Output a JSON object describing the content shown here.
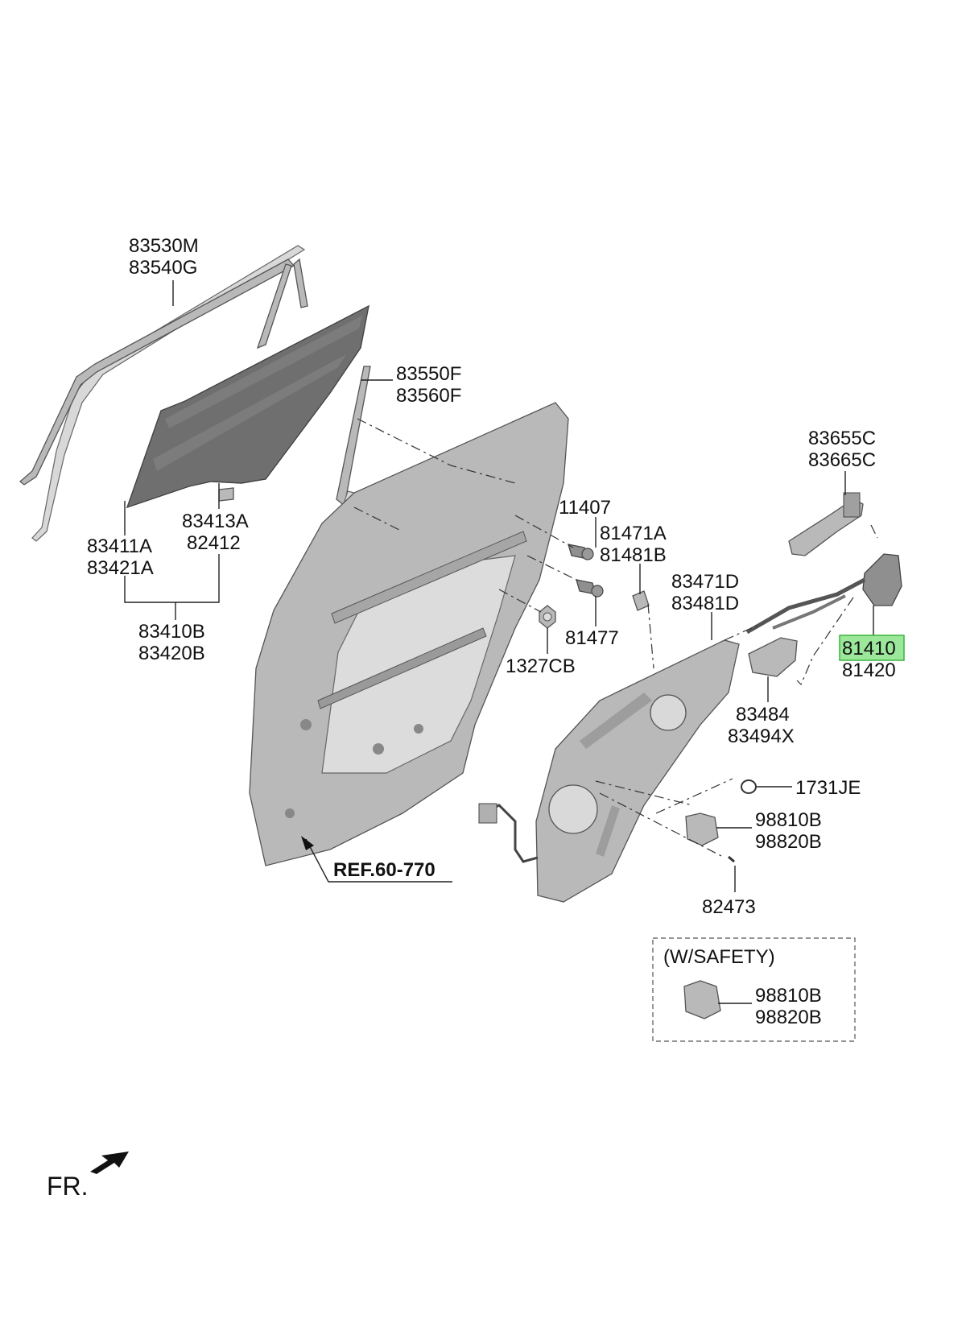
{
  "labels": {
    "l83530": {
      "line1": "83530M",
      "line2": "83540G"
    },
    "l83550": {
      "line1": "83550F",
      "line2": "83560F"
    },
    "l83413": {
      "line1": "83413A",
      "line2": "82412"
    },
    "l83411": {
      "line1": "83411A",
      "line2": "83421A"
    },
    "l83410": {
      "line1": "83410B",
      "line2": "83420B"
    },
    "l11407": {
      "line1": "11407"
    },
    "l81471": {
      "line1": "81471A",
      "line2": "81481B"
    },
    "l81477": {
      "line1": "81477"
    },
    "l1327": {
      "line1": "1327CB"
    },
    "l83471": {
      "line1": "83471D",
      "line2": "83481D"
    },
    "l83655": {
      "line1": "83655C",
      "line2": "83665C"
    },
    "l81410": {
      "line1": "81410",
      "line2": "81420"
    },
    "l83484": {
      "line1": "83484",
      "line2": "83494X"
    },
    "l1731": {
      "line1": "1731JE"
    },
    "l98810": {
      "line1": "98810B",
      "line2": "98820B"
    },
    "l82473": {
      "line1": "82473"
    },
    "safety": {
      "title": "(W/SAFETY)",
      "line1": "98810B",
      "line2": "98820B"
    },
    "ref": "REF.60-770",
    "front": "FR."
  },
  "colors": {
    "highlight_fill": "#9be89b",
    "highlight_stroke": "#3cb43c",
    "part_fill": "#b9b9b9"
  }
}
